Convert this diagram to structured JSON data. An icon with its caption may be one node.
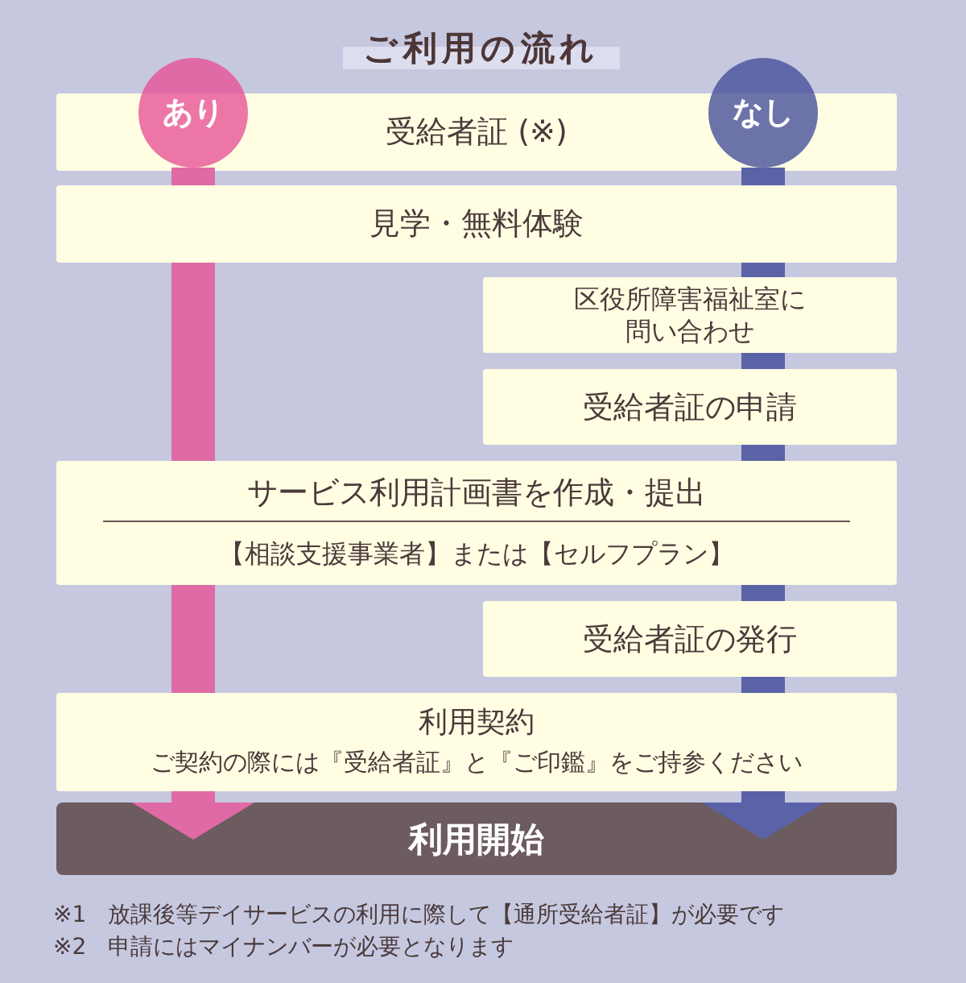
{
  "diagram": {
    "title": "ご利用の流れ",
    "nodes": [
      {
        "text": [
          "あり"
        ]
      },
      {
        "text": [
          "受給者証 (※)"
        ]
      },
      {
        "text": [
          "なし"
        ]
      },
      {
        "text": [
          "見学・無料体験"
        ]
      },
      {
        "text": [
          "区役所障害福祉室に問い合わせ"
        ]
      },
      {
        "text": [
          "受給者証の申請"
        ]
      },
      {
        "text": [
          "サービス利用計画書を作成・提出",
          "【相談支援事業者】または【セルフプラン】"
        ]
      },
      {
        "text": [
          "受給者証の発行"
        ]
      },
      {
        "text": [
          "利用契約",
          "ご契約の際には『受給者証』と『ご印鑑』をご持参ください"
        ]
      },
      {
        "text": [
          "利用開始"
        ]
      }
    ],
    "edges": [
      {
        "from": 0,
        "to": 3,
        "arrow": "none",
        "color": "#e06aa5"
      },
      {
        "from": 3,
        "to": 6,
        "arrow": "none",
        "color": "#e06aa5"
      },
      {
        "from": 6,
        "to": 8,
        "arrow": "none",
        "color": "#e06aa5"
      },
      {
        "from": 8,
        "to": 9,
        "arrow": "to",
        "color": "#e06aa5"
      },
      {
        "from": 2,
        "to": 3,
        "arrow": "none",
        "color": "#5a62a8"
      },
      {
        "from": 3,
        "to": 4,
        "arrow": "none",
        "color": "#5a62a8"
      },
      {
        "from": 4,
        "to": 5,
        "arrow": "none",
        "color": "#5a62a8"
      },
      {
        "from": 5,
        "to": 6,
        "arrow": "none",
        "color": "#5a62a8"
      },
      {
        "from": 6,
        "to": 7,
        "arrow": "none",
        "color": "#5a62a8"
      },
      {
        "from": 7,
        "to": 8,
        "arrow": "none",
        "color": "#5a62a8"
      },
      {
        "from": 8,
        "to": 9,
        "arrow": "to",
        "color": "#5a62a8"
      }
    ],
    "labels": [
      "※1",
      "放課後等デイサービスの利用に際して【通所受給者証】が必要です",
      "※2",
      "申請にはマイナンバーが必要となります"
    ]
  }
}
